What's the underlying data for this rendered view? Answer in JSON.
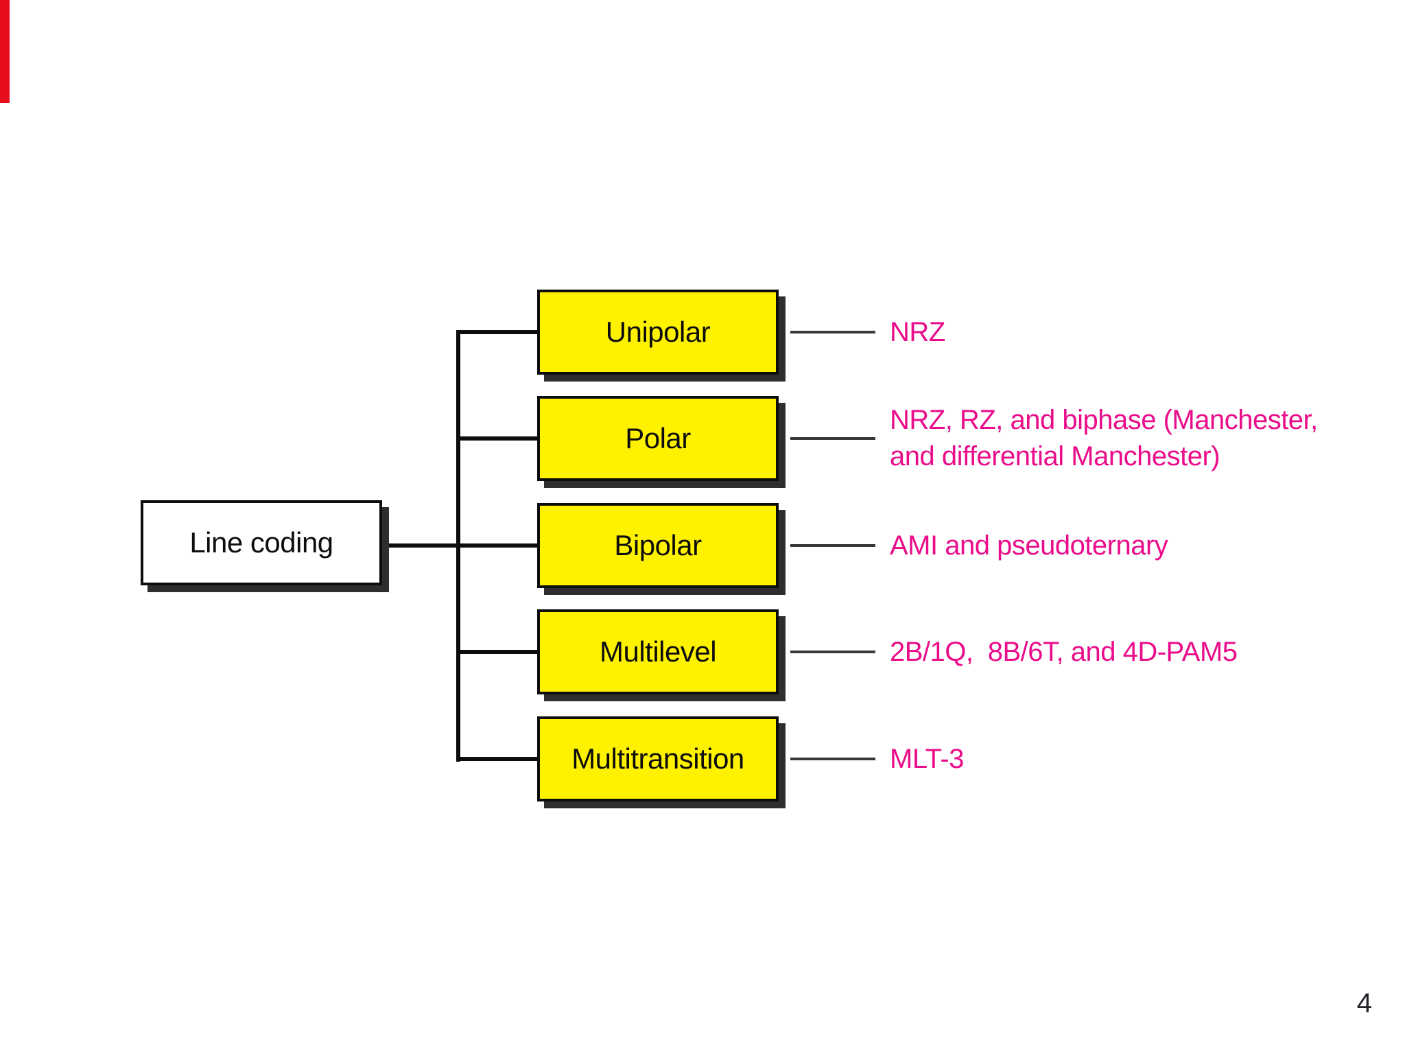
{
  "page": {
    "number": "4"
  },
  "colors": {
    "branch_box_fill": "#FEF200",
    "root_box_fill": "#FFFFFF",
    "scheme_text": "#EA0C8A",
    "line_black": "#0D0D0D",
    "box_shadow": "#2E2E2E",
    "edge_artifact_red": "#E90E1D"
  },
  "figure": {
    "root_label": "Line coding",
    "branches": [
      {
        "label": "Unipolar",
        "schemes": "NRZ"
      },
      {
        "label": "Polar",
        "schemes": "NRZ, RZ, and biphase (Manchester,\nand differential Manchester)"
      },
      {
        "label": "Bipolar",
        "schemes": "AMI and pseudoternary"
      },
      {
        "label": "Multilevel",
        "schemes": "2B/1Q,  8B/6T, and 4D-PAM5"
      },
      {
        "label": "Multitransition",
        "schemes": "MLT-3"
      }
    ]
  }
}
